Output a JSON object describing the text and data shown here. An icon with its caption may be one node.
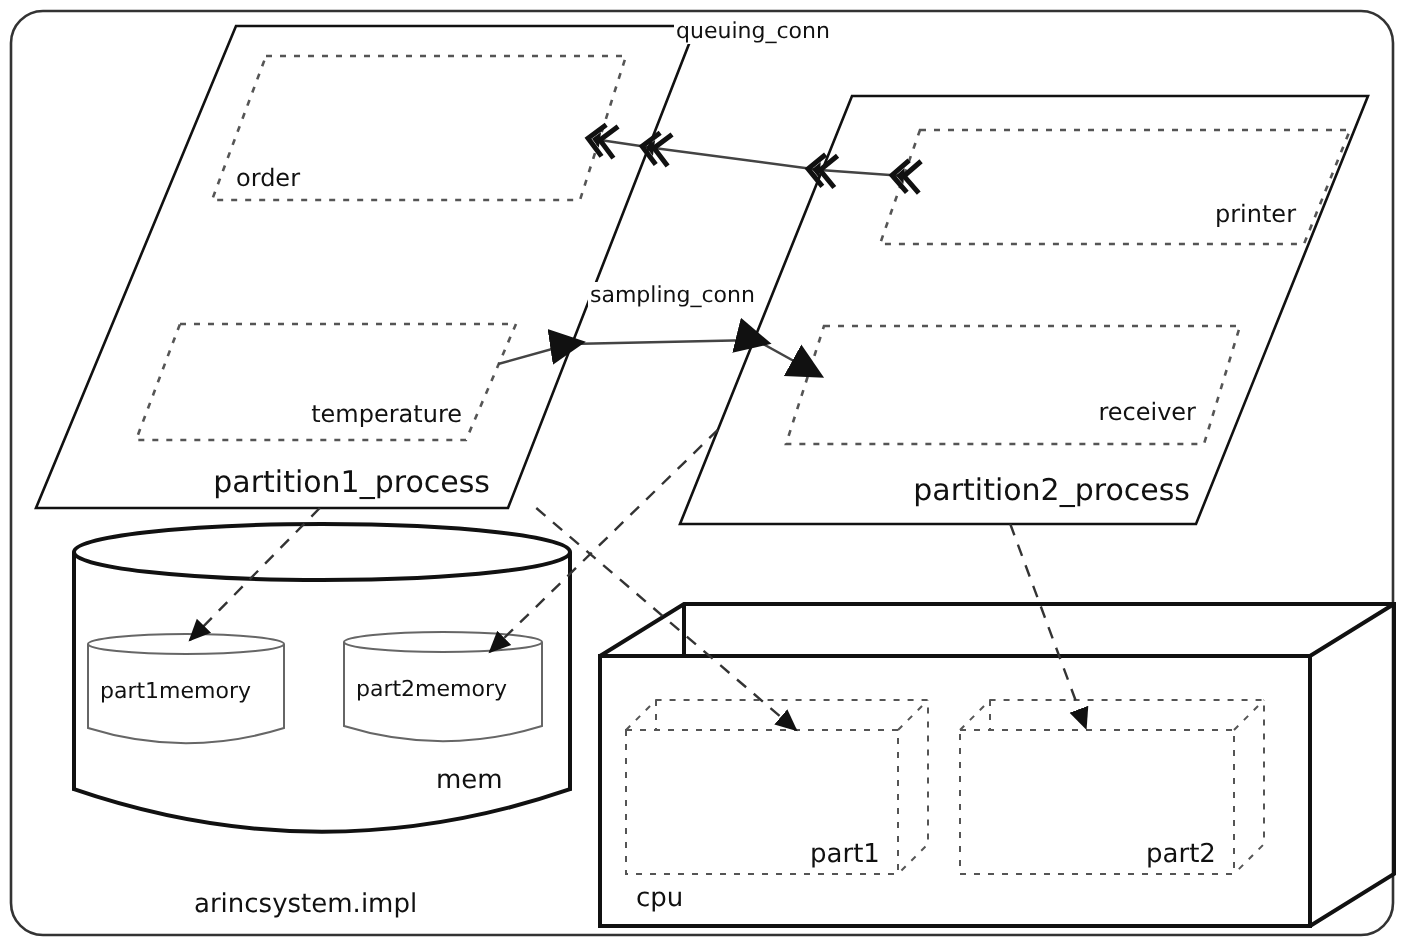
{
  "diagram": {
    "nodes": [
      {
        "text": [
          "arincsystem.impl"
        ]
      },
      {
        "text": [
          "partition1_process"
        ],
        "in": 0
      },
      {
        "text": [
          "order"
        ],
        "in": 1
      },
      {
        "text": [
          "temperature"
        ],
        "in": 1
      },
      {
        "text": [
          "partition2_process"
        ],
        "in": 0
      },
      {
        "text": [
          "printer"
        ],
        "in": 4
      },
      {
        "text": [
          "receiver"
        ],
        "in": 4
      },
      {
        "text": [
          "mem"
        ],
        "in": 0
      },
      {
        "text": [
          "part1memory"
        ],
        "in": 7
      },
      {
        "text": [
          "part2memory"
        ],
        "in": 7
      },
      {
        "text": [
          "cpu"
        ],
        "in": 0
      },
      {
        "text": [
          "part1"
        ],
        "in": 10
      },
      {
        "text": [
          "part2"
        ],
        "in": 10
      }
    ],
    "edges": [
      {
        "from": 5,
        "to": 2,
        "label": "queuing_conn",
        "arrow": "to"
      },
      {
        "from": 3,
        "to": 6,
        "label": "sampling_conn",
        "arrow": "to"
      },
      {
        "from": 1,
        "to": 8,
        "arrow": "to",
        "style": "dashed"
      },
      {
        "from": 4,
        "to": 9,
        "arrow": "to",
        "style": "dashed"
      },
      {
        "from": 1,
        "to": 11,
        "arrow": "to",
        "style": "dashed"
      },
      {
        "from": 4,
        "to": 12,
        "arrow": "to",
        "style": "dashed"
      }
    ]
  }
}
